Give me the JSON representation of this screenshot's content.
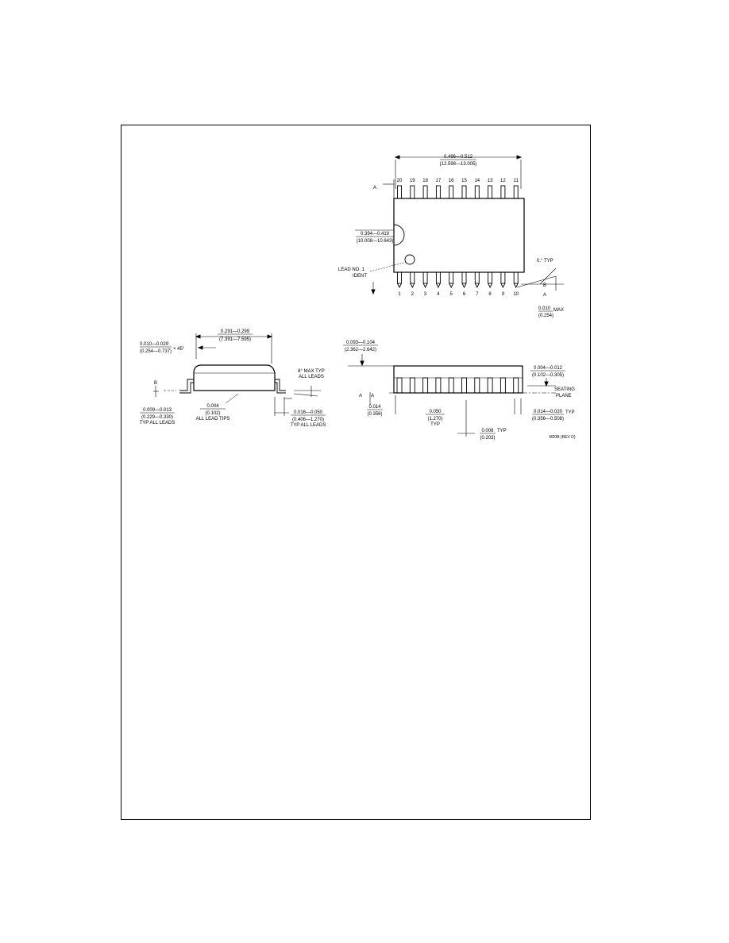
{
  "top_view": {
    "width_dim": {
      "in": "0.496—0.512",
      "mm": "(12.598—13.005)"
    },
    "body_dim": {
      "in": "0.394—0.419",
      "mm": "(10.008—10.643)"
    },
    "pin1_ident": {
      "line1": "LEAD NO. 1",
      "line2": "IDENT"
    },
    "pins_top": [
      "20",
      "19",
      "18",
      "17",
      "16",
      "15",
      "14",
      "13",
      "12",
      "11"
    ],
    "pins_bottom": [
      "1",
      "2",
      "3",
      "4",
      "5",
      "6",
      "7",
      "8",
      "9",
      "10"
    ],
    "ref_a": "A",
    "max_dim": {
      "in": "0.010",
      "unit": "MAX",
      "mm": "(0.254)"
    },
    "angle_label": "0.° TYP",
    "ref_b": "B"
  },
  "side_view": {
    "chamfer": {
      "in": "0.010—0.029",
      "mm": "(0.254—0.737)",
      "angle": "× 45°"
    },
    "width_dim": {
      "in": "0.291—0.299",
      "mm": "(7.391—7.595)"
    },
    "lead_tips": {
      "in": "0.004",
      "mm": "(0.102)",
      "note": "ALL LEAD TIPS"
    },
    "bottom_dim": {
      "in": "0.009—0.013",
      "mm": "(0.229—0.330)",
      "note": "TYP ALL LEADS"
    },
    "max_angle": {
      "line1": "8° MAX TYP",
      "line2": "ALL LEADS"
    },
    "lead_len": {
      "in": "0.016—0.050",
      "mm": "(0.406—1.270)",
      "note": "TYP ALL LEADS"
    }
  },
  "front_view": {
    "height_dim": {
      "in": "0.093—0.104",
      "mm": "(2.362—2.642)"
    },
    "standoff": {
      "in": "0.004—0.012",
      "mm": "(0.102—0.305)"
    },
    "seating": {
      "line1": "SEATING",
      "line2": "PLANE"
    },
    "dim_min": {
      "in": "0.014",
      "mm": "(0.356)"
    },
    "pitch": {
      "in": "0.050",
      "mm": "(1.270)",
      "note": "TYP"
    },
    "lead_w": {
      "in": "0.014—0.020",
      "mm": "(0.356—0.508)",
      "note": "TYP"
    },
    "lead_t": {
      "in": "0.008",
      "note": "TYP",
      "mm": "(0.203)"
    },
    "ref_a": "A",
    "drawing_no": "M20B (REV D)"
  }
}
